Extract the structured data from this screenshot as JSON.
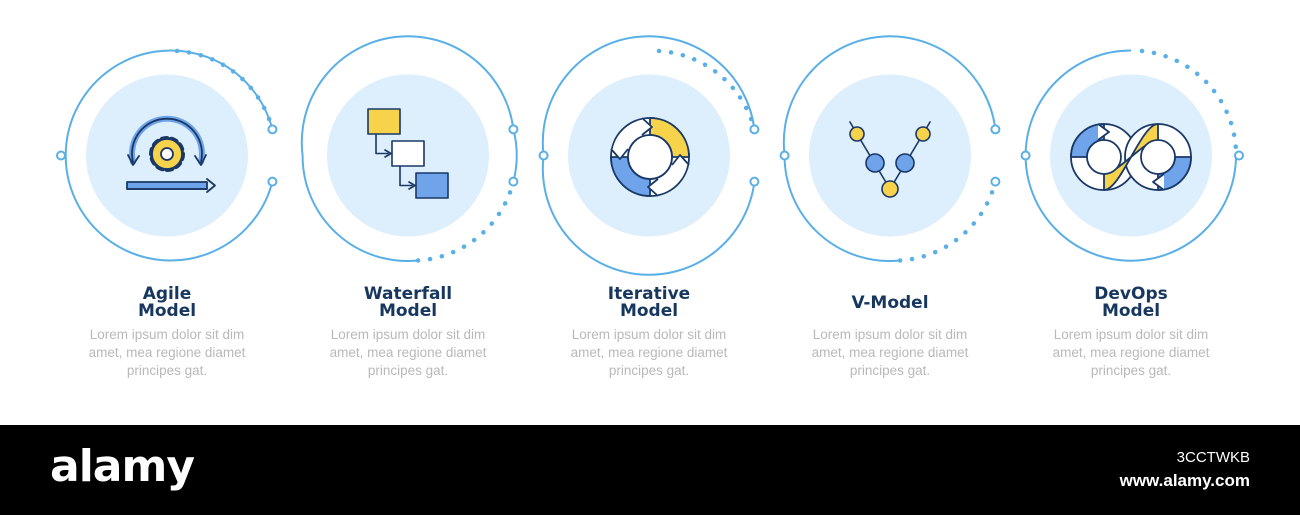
{
  "colors": {
    "ring": "#5aafe6",
    "disc": "#ddeefc",
    "title": "#17375e",
    "desc": "#b9b9b9",
    "icon_yellow": "#f7d34c",
    "icon_blue": "#6fa3ea",
    "icon_outline": "#1a3866"
  },
  "steps": [
    {
      "title": "Agile\nModel",
      "desc_line1": "Lorem ipsum dolor sit dim",
      "desc_line2": "amet, mea regione diamet",
      "desc_line3": "principes gat.",
      "icon": "agile-cycle-gear-icon"
    },
    {
      "title": "Waterfall\nModel",
      "desc_line1": "Lorem ipsum dolor sit dim",
      "desc_line2": "amet, mea regione diamet",
      "desc_line3": "principes gat.",
      "icon": "waterfall-steps-icon"
    },
    {
      "title": "Iterative\nModel",
      "desc_line1": "Lorem ipsum dolor sit dim",
      "desc_line2": "amet, mea regione diamet",
      "desc_line3": "principes gat.",
      "icon": "iterative-cycle-icon"
    },
    {
      "title": "V-Model",
      "desc_line1": "Lorem ipsum dolor sit dim",
      "desc_line2": "amet, mea regione diamet",
      "desc_line3": "principes gat.",
      "icon": "v-model-nodes-icon"
    },
    {
      "title": "DevOps\nModel",
      "desc_line1": "Lorem ipsum dolor sit dim",
      "desc_line2": "amet, mea regione diamet",
      "desc_line3": "principes gat.",
      "icon": "devops-infinity-icon"
    }
  ],
  "footer": {
    "logo": "alamy",
    "image_id": "3CCTWKB",
    "url": "www.alamy.com"
  }
}
